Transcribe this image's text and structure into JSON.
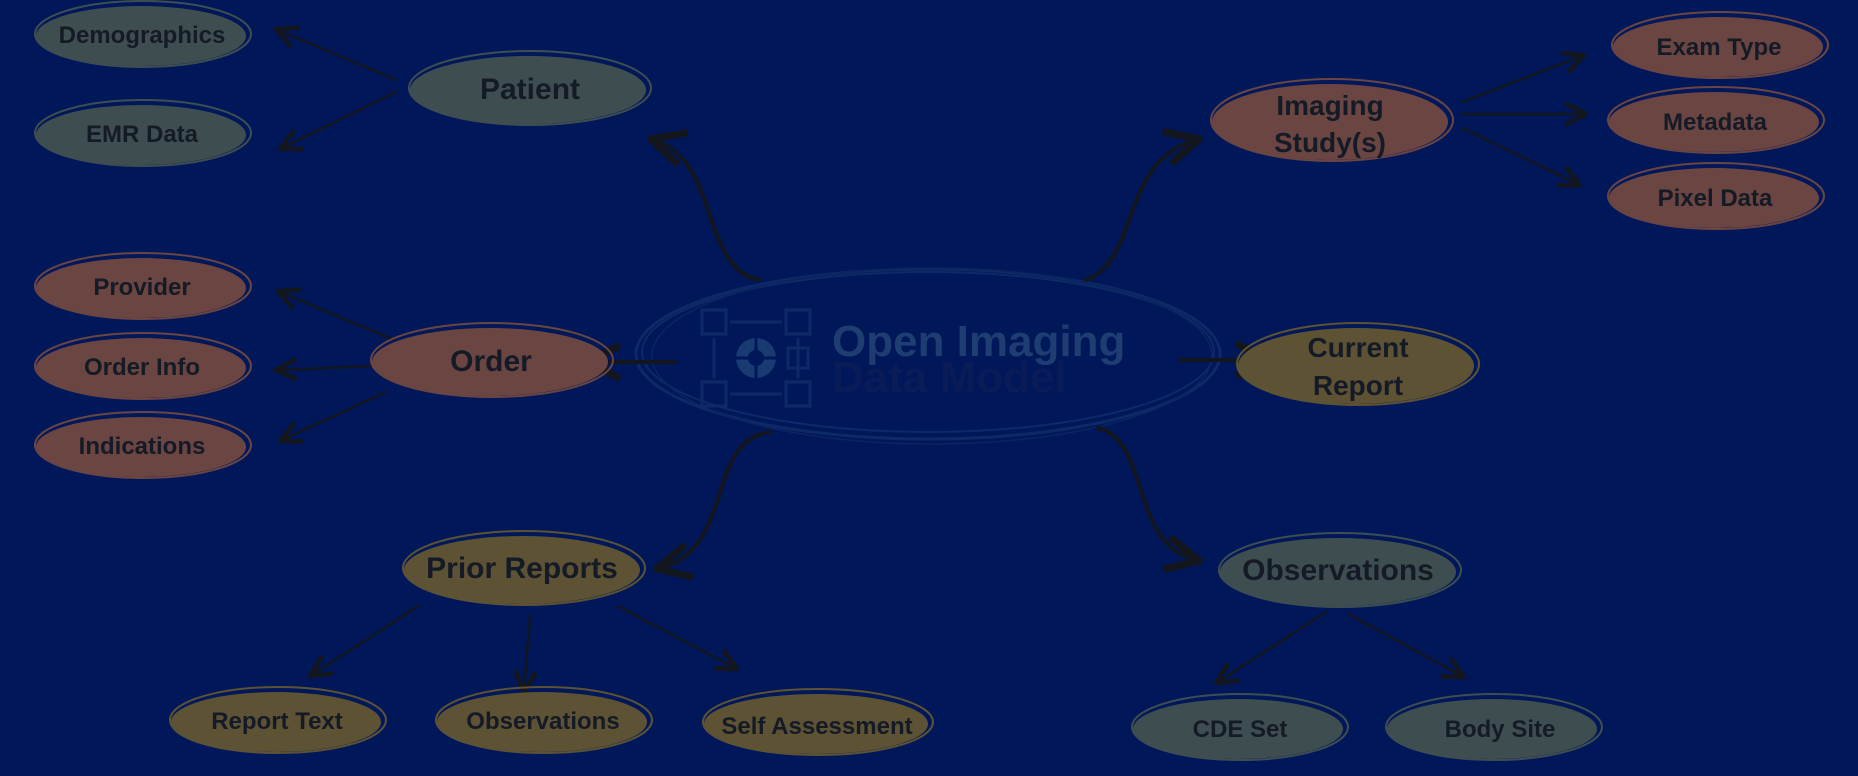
{
  "title": {
    "line1": "Open Imaging",
    "line2": "Data Model"
  },
  "colors": {
    "background": "#00175a",
    "gray_green": "#3e4e50",
    "brown": "#6a4542",
    "olive": "#5d5234",
    "center_line1": "#1e3e72",
    "center_line2": "#0a1c58"
  },
  "nodes": {
    "patient": "Patient",
    "demographics": "Demographics",
    "emr_data": "EMR Data",
    "order": "Order",
    "provider": "Provider",
    "order_info": "Order Info",
    "indications": "Indications",
    "prior_reports": "Prior Reports",
    "report_text": "Report Text",
    "prior_observations": "Observations",
    "self_assessment": "Self Assessment",
    "imaging_study_l1": "Imaging",
    "imaging_study_l2": "Study(s)",
    "exam_type": "Exam Type",
    "metadata": "Metadata",
    "pixel_data": "Pixel Data",
    "current_report_l1": "Current",
    "current_report_l2": "Report",
    "observations": "Observations",
    "cde_set": "CDE Set",
    "body_site": "Body Site"
  },
  "icons": [
    "logo-grid-icon",
    "logo-target-icon"
  ]
}
